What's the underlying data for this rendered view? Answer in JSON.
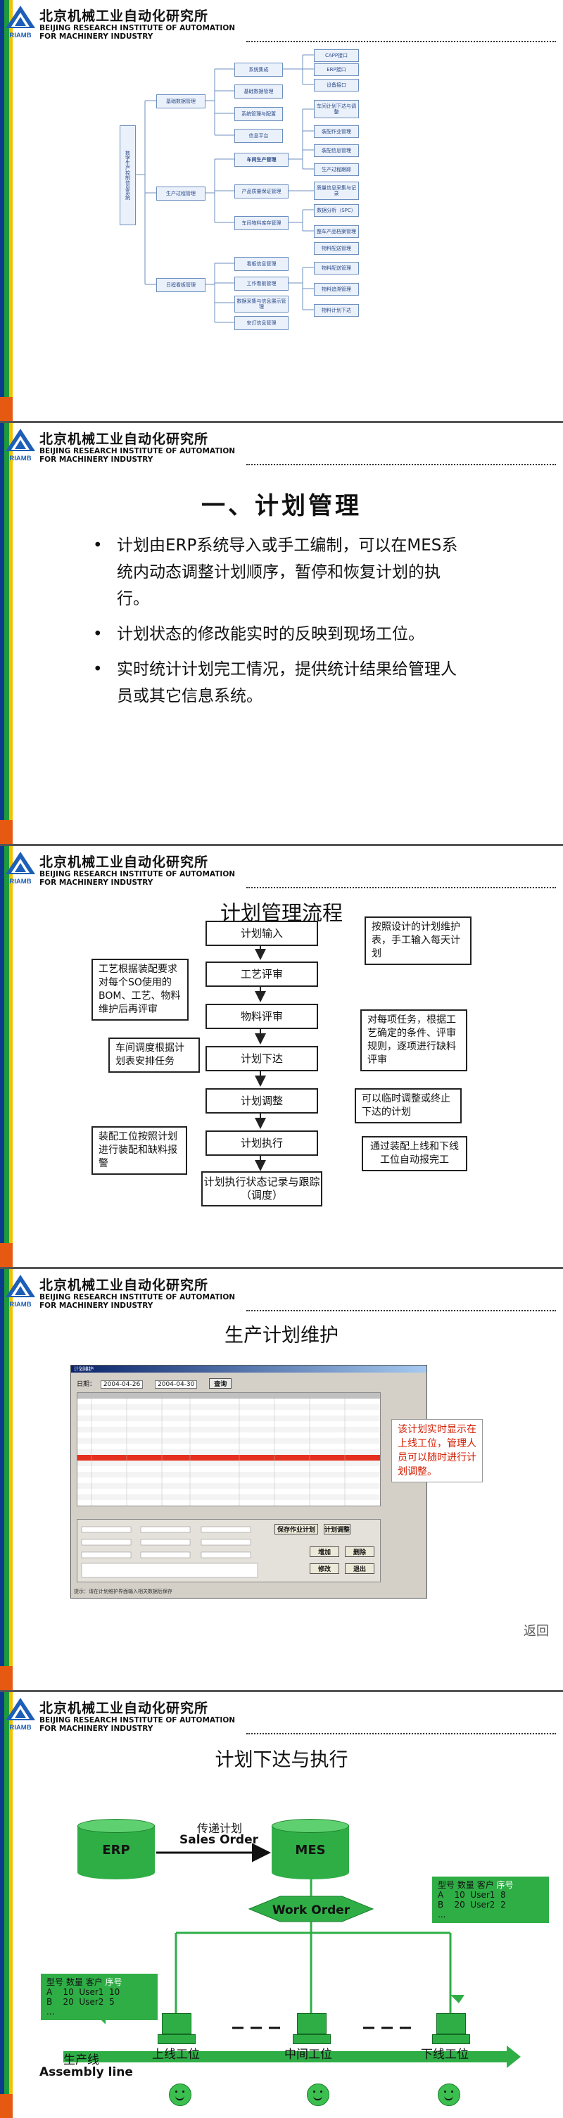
{
  "header": {
    "logo_text": "RIAMB",
    "org_cn": "北京机械工业自动化研究所",
    "org_en_line1": "BEIJING RESEARCH INSTITUTE OF AUTOMATION",
    "org_en_line2": "FOR MACHINERY INDUSTRY"
  },
  "slide1": {
    "root": "数字生产控制信息系统",
    "branches": [
      {
        "label": "基础数据管理",
        "children": [
          "系统集成",
          "基础数据管理",
          "系统管理与配置",
          "信息平台"
        ],
        "sub": [
          "CAPP接口",
          "ERP接口",
          "设备接口"
        ]
      },
      {
        "label": "生产过程管理",
        "children": [
          "车间生产管理",
          "产品质量保证管理",
          "车间物料库存管理"
        ],
        "sub": [
          "车间计划下达与调整",
          "装配作业管理",
          "装配信息管理",
          "生产过程跟踪",
          "质量信息采集与记录",
          "数据分析（SPC）",
          "整车产品档案管理",
          "物料配送管理"
        ]
      },
      {
        "label": "日程看板管理",
        "children": [
          "看板信息管理",
          "工作看板管理",
          "数据采集与信息展示管理",
          "安灯信息管理"
        ],
        "sub": [
          "物料配送管理",
          "物料追溯管理",
          "物料计划下达"
        ]
      }
    ]
  },
  "slide2": {
    "title": "一、计划管理",
    "bullets": [
      "计划由ERP系统导入或手工编制，可以在MES系统内动态调整计划顺序，暂停和恢复计划的执行。",
      "计划状态的修改能实时的反映到现场工位。",
      "实时统计计划完工情况，提供统计结果给管理人员或其它信息系统。"
    ]
  },
  "slide3": {
    "title": "计划管理流程",
    "steps": [
      "计划输入",
      "工艺评审",
      "物料评审",
      "计划下达",
      "计划调整",
      "计划执行",
      "计划执行状态记录与跟踪（调度）"
    ],
    "callouts": {
      "input": "按照设计的计划维护表，手工输入每天计划",
      "process": "工艺根据装配要求对每个SO使用的BOM、工艺、物料维护后再评审",
      "material": "对每项任务，根据工艺确定的条件、评审规则，逐项进行缺料评审",
      "release": "车间调度根据计划表安排任务",
      "adjust": "可以临时调整或终止下达的计划",
      "execute": "装配工位按照计划进行装配和缺料报警",
      "track": "通过装配上线和下线工位自动报完工"
    }
  },
  "slide4": {
    "title": "生产计划维护",
    "note": "该计划实时显示在上线工位，管理人员可以随时进行计划调整。",
    "app": {
      "window_title": "计划维护",
      "from_label": "日期：",
      "date_from": "2004-04-26",
      "date_to": "2004-04-30",
      "query_btn": "查询",
      "buttons": [
        "保存作业计划",
        "计划调整",
        "增加",
        "删除",
        "修改",
        "退出"
      ],
      "status_bar": "提示：请在计划维护界面输入相关数据后保存"
    },
    "back_label": "返回"
  },
  "slide5": {
    "title": "计划下达与执行",
    "erp": "ERP",
    "mes": "MES",
    "pass_cn": "传递计划",
    "pass_en": "Sales Order",
    "work_order": "Work Order",
    "table_left": {
      "header": [
        "型号",
        "数量",
        "客户",
        "序号"
      ],
      "rows": [
        [
          "A",
          "10",
          "User1",
          "10"
        ],
        [
          "B",
          "20",
          "User2",
          "5"
        ]
      ]
    },
    "table_right": {
      "header": [
        "型号",
        "数量",
        "客户",
        "序号"
      ],
      "rows": [
        [
          "A",
          "10",
          "User1",
          "8"
        ],
        [
          "B",
          "20",
          "User2",
          "2"
        ]
      ]
    },
    "ellipsis_left": "...",
    "ellipsis_right": "...",
    "stations": [
      "上线工位",
      "中间工位",
      "下线工位"
    ],
    "line_cn": "生产线",
    "line_en": "Assembly line"
  }
}
